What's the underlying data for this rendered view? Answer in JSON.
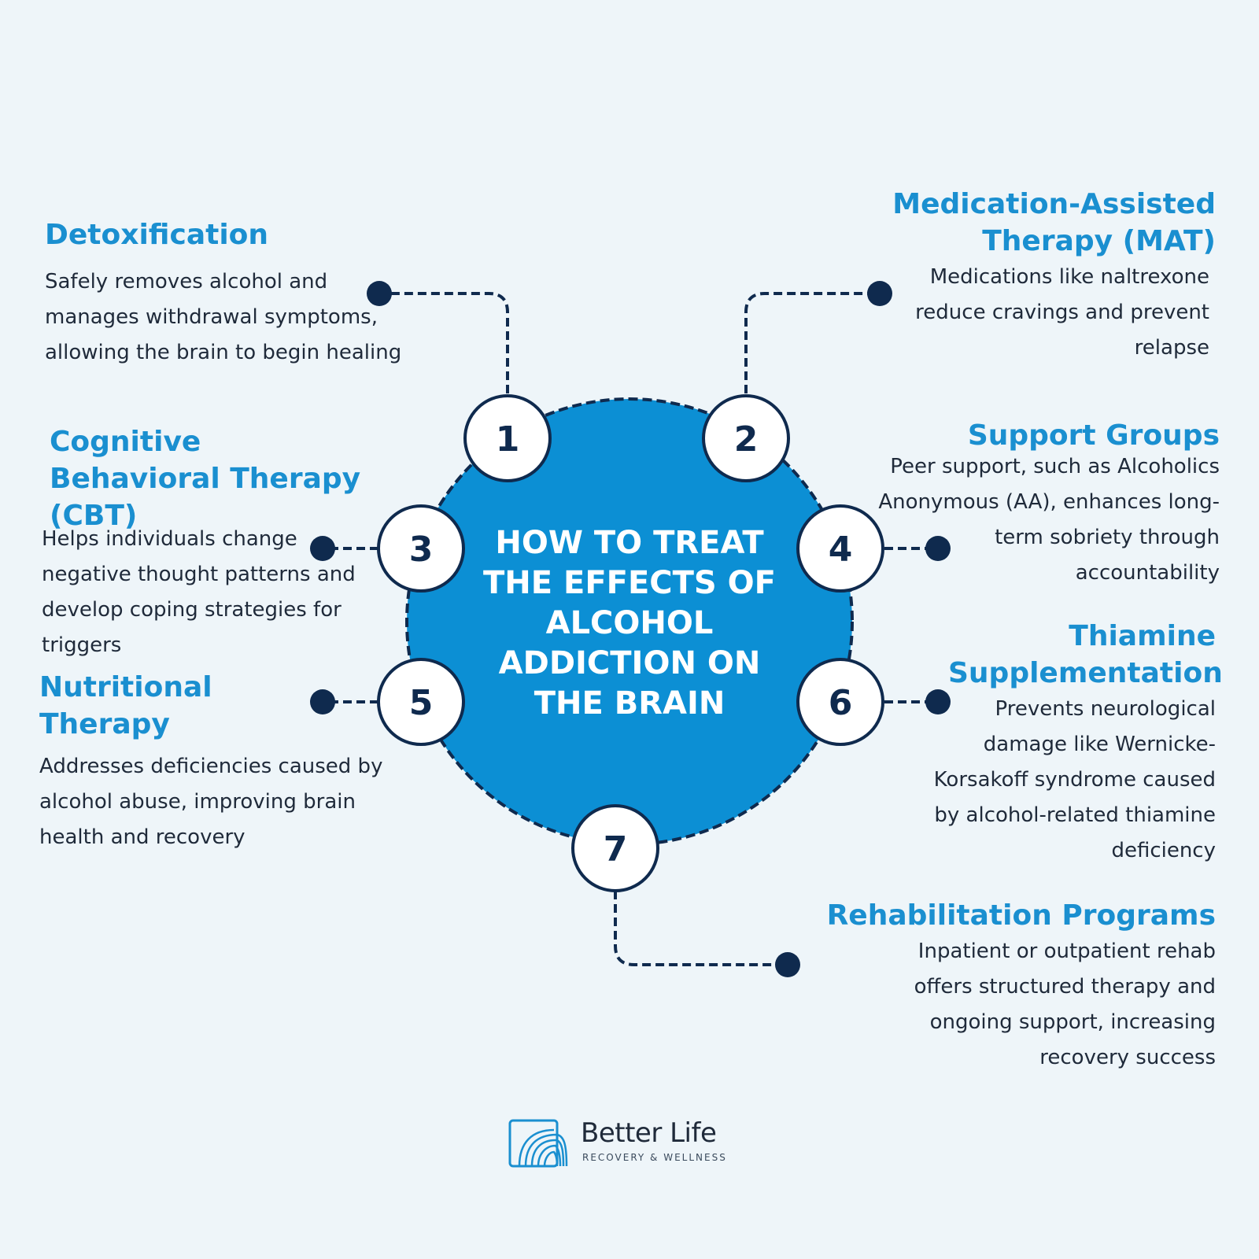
{
  "center": {
    "lines": [
      "HOW TO TREAT",
      "THE EFFECTS OF",
      "ALCOHOL",
      "ADDICTION ON",
      "THE BRAIN"
    ]
  },
  "steps": [
    {
      "number": "1",
      "title": "Detoxification",
      "description": "Safely removes alcohol and manages withdrawal symptoms, allowing the brain to begin healing"
    },
    {
      "number": "2",
      "title": "Medication-Assisted Therapy (MAT)",
      "description": "Medications like naltrexone reduce cravings and prevent relapse"
    },
    {
      "number": "3",
      "title": "Cognitive Behavioral Therapy (CBT)",
      "description": "Helps individuals change negative thought patterns and develop coping strategies for triggers"
    },
    {
      "number": "4",
      "title": "Support Groups",
      "description": "Peer support, such as Alcoholics Anonymous (AA), enhances long-term sobriety through accountability"
    },
    {
      "number": "5",
      "title": "Nutritional Therapy",
      "description": "Addresses deficiencies caused by alcohol abuse, improving brain health and recovery"
    },
    {
      "number": "6",
      "title": "Thiamine Supplementation",
      "description": "Prevents neurological damage like Wernicke-Korsakoff syndrome caused by alcohol-related thiamine deficiency"
    },
    {
      "number": "7",
      "title": "Rehabilitation Programs",
      "description": "Inpatient or outpatient rehab offers structured therapy and ongoing support, increasing recovery success"
    }
  ],
  "logo": {
    "name": "Better Life",
    "tagline": "RECOVERY & WELLNESS"
  },
  "colors": {
    "background": "#eef5f9",
    "accent_blue": "#1a8fd0",
    "circle_blue": "#0c8fd4",
    "navy": "#0f2a4e",
    "text_dark": "#1f2a3a"
  }
}
